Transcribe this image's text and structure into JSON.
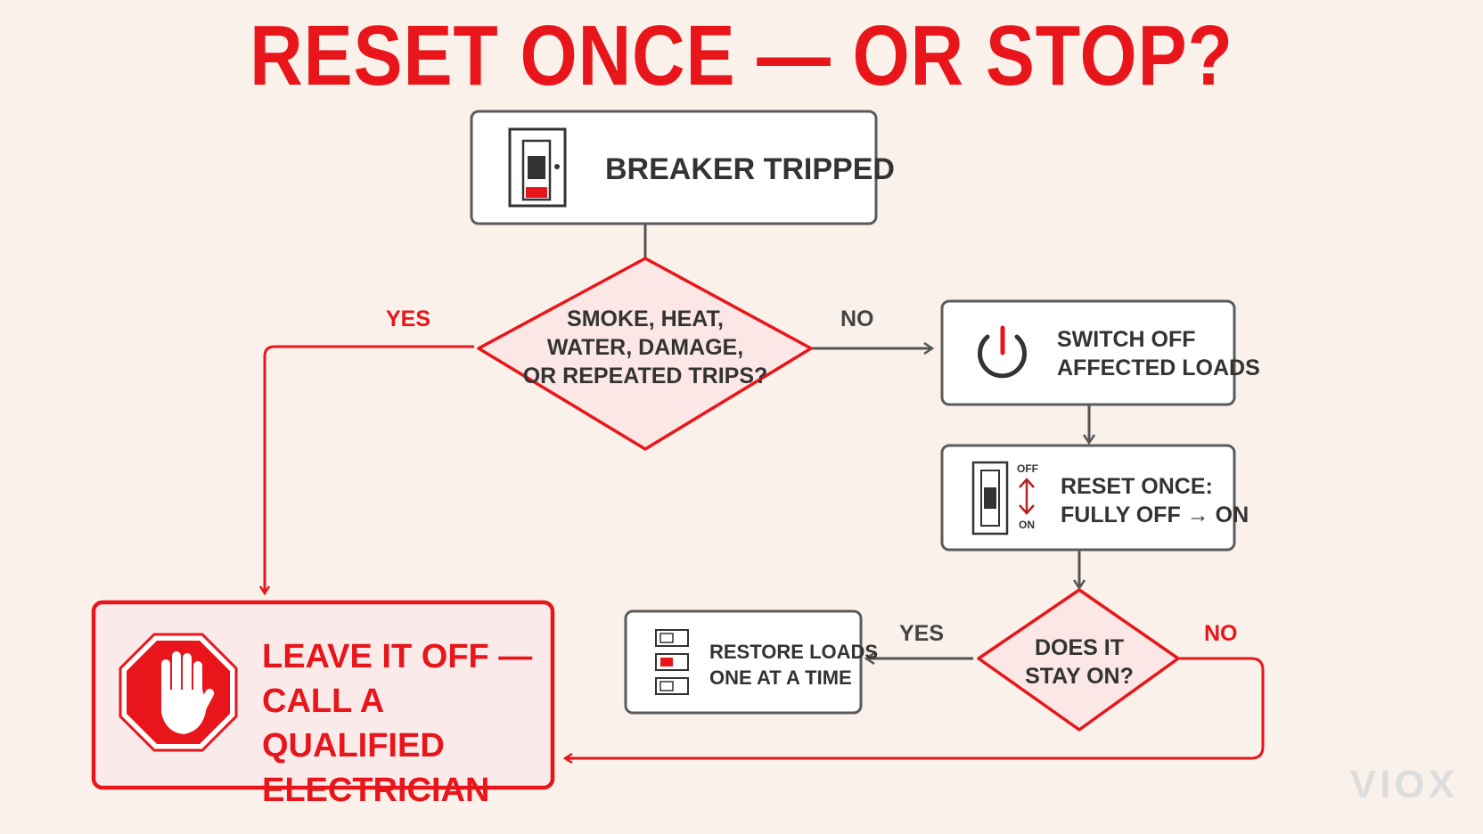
{
  "title": "RESET ONCE — OR STOP?",
  "nodes": {
    "tripped": "BREAKER TRIPPED",
    "hazard_q": [
      "SMOKE, HEAT,",
      "WATER, DAMAGE,",
      "OR REPEATED TRIPS?"
    ],
    "switch_off": [
      "SWITCH OFF",
      "AFFECTED LOADS"
    ],
    "reset_once": [
      "RESET ONCE:",
      "FULLY OFF → ON"
    ],
    "stays_on_q": [
      "DOES IT",
      "STAY ON?"
    ],
    "restore": [
      "RESTORE LOADS",
      "ONE AT A TIME"
    ],
    "stop": [
      "LEAVE IT OFF —",
      "CALL A QUALIFIED",
      "ELECTRICIAN"
    ]
  },
  "edge_labels": {
    "hazard_yes": "YES",
    "hazard_no": "NO",
    "stays_yes": "YES",
    "stays_no": "NO"
  },
  "switch_labels": {
    "off": "OFF",
    "on": "ON"
  },
  "watermark": "VIOX",
  "icons": [
    "breaker-tripped-icon",
    "power-icon",
    "breaker-toggle-icon",
    "up-down-arrow-icon",
    "load-switches-icon",
    "stop-hand-icon"
  ],
  "colors": {
    "accent": "#e8161b",
    "node_border": "#5b5b5b",
    "diamond_fill": "#fbe7e5",
    "background": "#f9f1ea"
  }
}
